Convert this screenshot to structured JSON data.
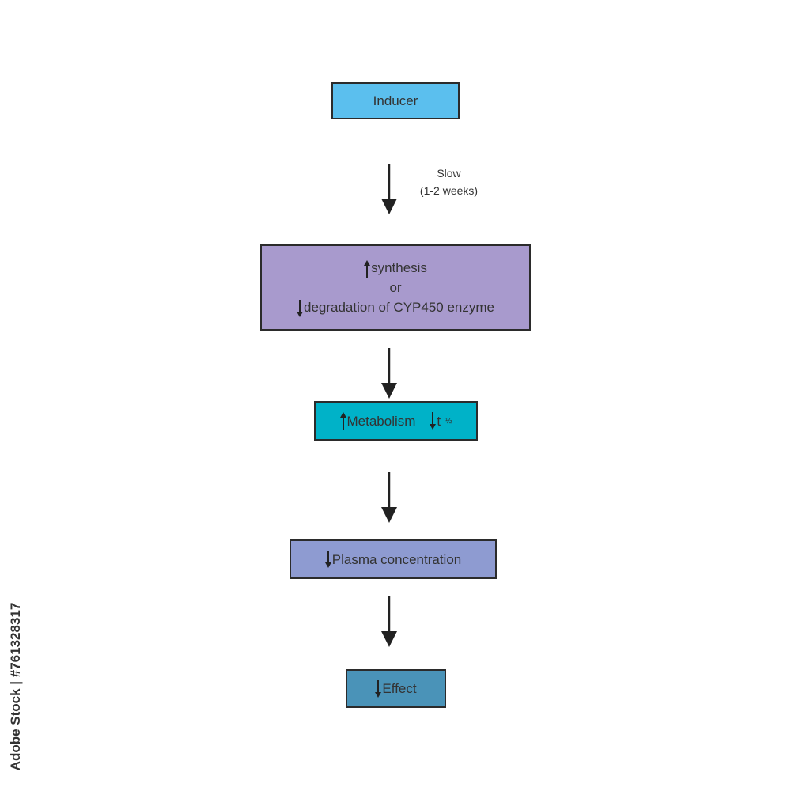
{
  "nodes": {
    "inducer": {
      "label": "Inducer",
      "color": "#5bbfee"
    },
    "enzyme": {
      "line1": "synthesis",
      "line2": "or",
      "line3": "degradation of CYP450 enzyme",
      "line1_icon": "arrow-up-icon",
      "line3_icon": "arrow-down-icon",
      "color": "#a89acd"
    },
    "metabolism": {
      "label": "Metabolism",
      "half_life": "t",
      "half_life_sub": "½",
      "color": "#00b2c8"
    },
    "plasma": {
      "label": "Plasma concentration",
      "icon": "arrow-down-icon",
      "color": "#8e9bd1"
    },
    "effect": {
      "label": "Effect",
      "icon": "arrow-down-icon",
      "color": "#4a93b8"
    }
  },
  "edges": [
    {
      "from": "inducer",
      "to": "enzyme",
      "label_line1": "Slow",
      "label_line2": "(1-2 weeks)"
    },
    {
      "from": "enzyme",
      "to": "metabolism"
    },
    {
      "from": "metabolism",
      "to": "plasma"
    },
    {
      "from": "plasma",
      "to": "effect"
    }
  ],
  "watermark": "Adobe Stock | #761328317"
}
